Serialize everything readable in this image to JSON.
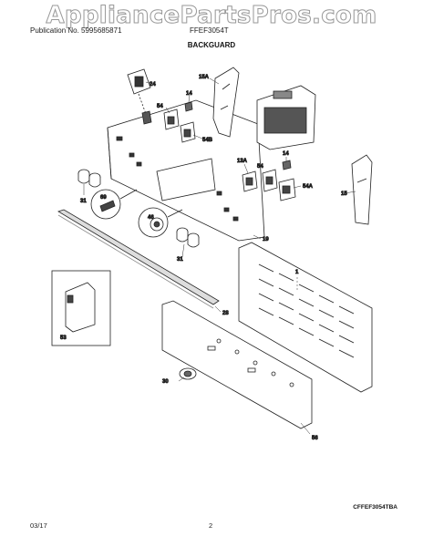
{
  "watermark": "AppliancePartsPros.com",
  "header": {
    "publication": "Publication No. 5995685871",
    "model": "FFEF3054T",
    "section_title": "BACKGUARD"
  },
  "callouts": {
    "c24": "24",
    "c15A": "15A",
    "c14a": "14",
    "c54a": "54",
    "c54B": "54B",
    "c13A": "13A",
    "c54b": "54",
    "c14b": "14",
    "c54A": "54A",
    "c15": "15",
    "c31a": "31",
    "c69": "69",
    "c46": "46",
    "c19": "19",
    "c31b": "31",
    "c1": "1",
    "c28": "28",
    "c53": "53",
    "c30": "30",
    "c56": "56"
  },
  "diagram_code": "CFFEF3054TBA",
  "footer": {
    "date": "03/17",
    "page": "2"
  }
}
